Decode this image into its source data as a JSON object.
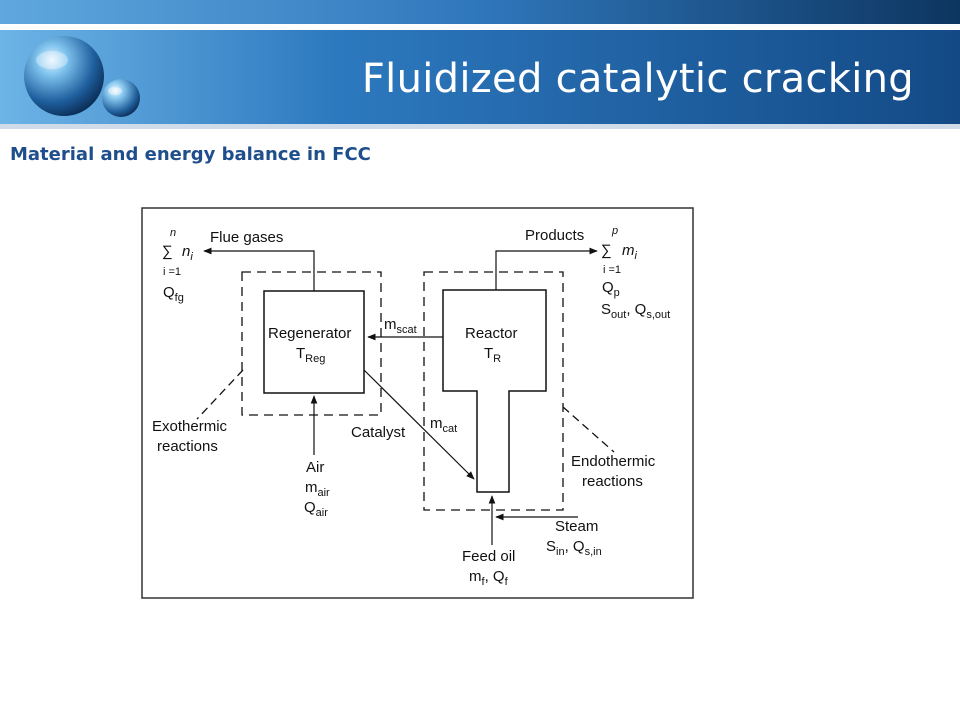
{
  "slide": {
    "title": "Fluidized catalytic cracking",
    "subtitle": "Material and energy balance in FCC"
  },
  "colors": {
    "header_dark": "#0d3560",
    "header_mid": "#2a6fb0",
    "header_light": "#4d9ad6",
    "subtitle": "#1f4e8c"
  },
  "diagram": {
    "flue_gases": "Flue gases",
    "products": "Products",
    "regenerator": "Regenerator",
    "t_reg_main": "T",
    "t_reg_sub": "Reg",
    "reactor": "Reactor",
    "t_r_main": "T",
    "t_r_sub": "R",
    "m_scat_main": "m",
    "m_scat_sub": "scat",
    "m_cat_main": "m",
    "m_cat_sub": "cat",
    "catalyst": "Catalyst",
    "exothermic_1": "Exothermic",
    "exothermic_2": "reactions",
    "endothermic_1": "Endothermic",
    "endothermic_2": "reactions",
    "air": "Air",
    "m_air_main": "m",
    "m_air_sub": "air",
    "q_air_main": "Q",
    "q_air_sub": "air",
    "steam": "Steam",
    "s_in_main": "S",
    "s_in_sub": "in",
    "q_s_in_main": ", Q",
    "q_s_in_sub": "s,in",
    "feed_oil": "Feed oil",
    "m_f_main": "m",
    "m_f_sub": "f",
    "q_f_main": ", Q",
    "q_f_sub": "f",
    "sum_n_upper": "n",
    "sum_n_symbol": "∑",
    "sum_n_term": "n",
    "sum_n_term_sub": "i",
    "sum_n_lower": "i =1",
    "q_fg_main": "Q",
    "q_fg_sub": "fg",
    "sum_p_upper": "p",
    "sum_p_symbol": "∑",
    "sum_p_term": "m",
    "sum_p_term_sub": "i",
    "sum_p_lower": "i =1",
    "q_p_main": "Q",
    "q_p_sub": "p",
    "s_out_main": "S",
    "s_out_sub": "out",
    "q_s_out_main": ", Q",
    "q_s_out_sub": "s,out"
  }
}
